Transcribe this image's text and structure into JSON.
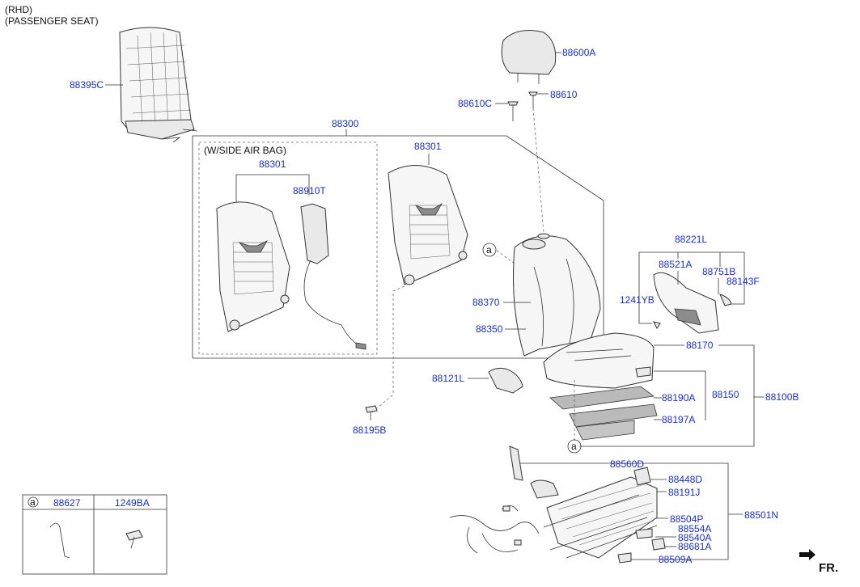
{
  "notes": {
    "rhd": "(RHD)",
    "passenger_seat": "(PASSENGER SEAT)",
    "side_air_bag": "(W/SIDE AIR BAG)"
  },
  "labels": {
    "p88395C": "88395C",
    "p88300": "88300",
    "p88301_a": "88301",
    "p88301_b": "88301",
    "p88910T": "88910T",
    "p88600A": "88600A",
    "p88610C": "88610C",
    "p88610": "88610",
    "p88221L": "88221L",
    "p88521A": "88521A",
    "p88751B": "88751B",
    "p88143F": "88143F",
    "p1241YB": "1241YB",
    "p88370": "88370",
    "p88350": "88350",
    "p88170": "88170",
    "p88121L": "88121L",
    "p88190A": "88190A",
    "p88150": "88150",
    "p88100B": "88100B",
    "p88197A": "88197A",
    "p88195B": "88195B",
    "p88560D": "88560D",
    "p88448D": "88448D",
    "p88191J": "88191J",
    "p88504P": "88504P",
    "p88501N": "88501N",
    "p88554A": "88554A",
    "p88540A": "88540A",
    "p88681A": "88681A",
    "p88509A": "88509A"
  },
  "callout": {
    "marker_a1": "a",
    "marker_a2": "a"
  },
  "legend": {
    "key": "a",
    "col1": "88627",
    "col2": "1249BA"
  },
  "direction": {
    "label": "FR."
  },
  "colors": {
    "part_number": "#1a2ec8",
    "text": "#111111"
  }
}
